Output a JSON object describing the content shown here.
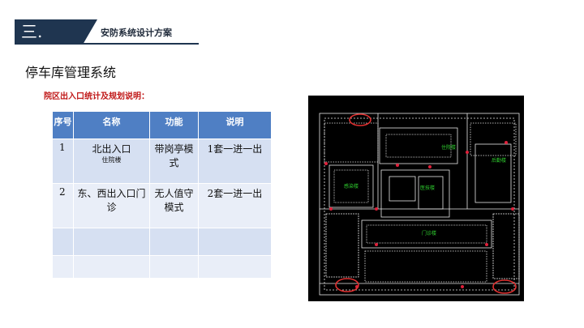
{
  "header": {
    "number": "三.",
    "title": "安防系统设计方案"
  },
  "section_title": "停车库管理系统",
  "subtitle": "院区出入口统计及规划说明：",
  "table": {
    "headers": [
      "序号",
      "名称",
      "功能",
      "说明"
    ],
    "rows": [
      {
        "no": "1",
        "name": "北出入口",
        "name_note": "住院楼",
        "func": "带岗亭模式",
        "desc": "1套一进一出"
      },
      {
        "no": "2",
        "name": "东、西出入口门诊",
        "name_note": "",
        "func": "无人值守模式",
        "desc": "2套一进一出"
      },
      {
        "no": "",
        "name": "",
        "name_note": "",
        "func": "",
        "desc": ""
      },
      {
        "no": "",
        "name": "",
        "name_note": "",
        "func": "",
        "desc": ""
      }
    ]
  },
  "map": {
    "labels": [
      "住院楼",
      "后勤楼",
      "感染楼",
      "医技楼",
      "门诊楼"
    ],
    "colors": {
      "background": "#000000",
      "lines": "#e8e8e8",
      "label": "#2fd02f",
      "marker": "#e0203a",
      "circle": "#e03030"
    }
  }
}
